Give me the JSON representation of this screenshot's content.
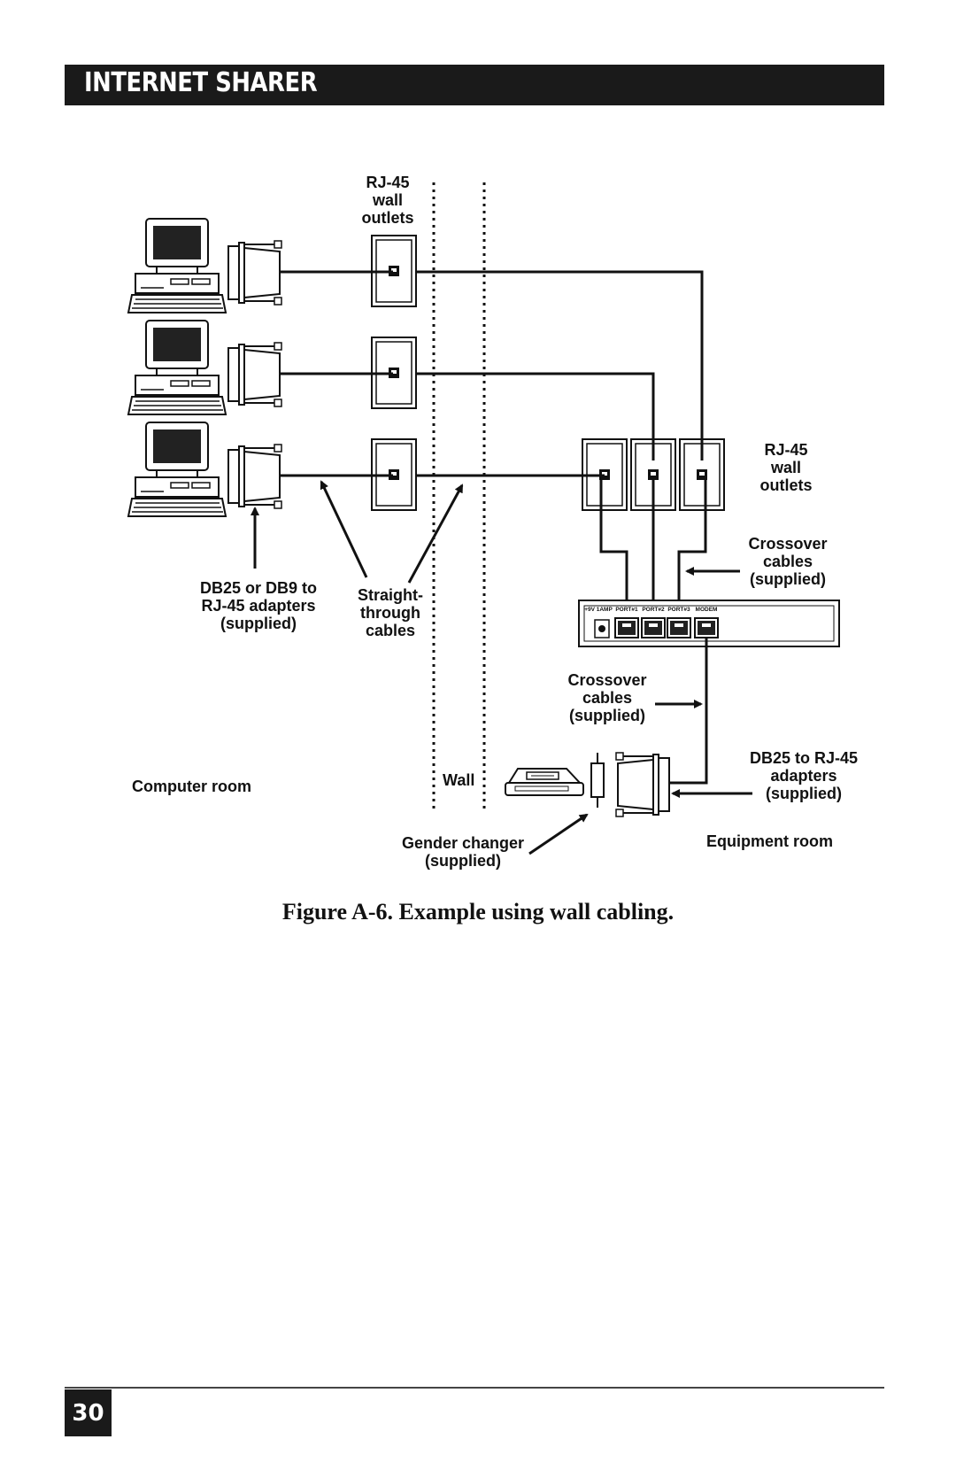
{
  "header": {
    "title": "INTERNET SHARER"
  },
  "figure": {
    "labels": {
      "rj45_top": "RJ-45\nwall\noutlets",
      "rj45_right": "RJ-45\nwall\noutlets",
      "crossover_top": "Crossover\ncables\n(supplied)",
      "db25_db9": "DB25 or DB9 to\nRJ-45 adapters\n(supplied)",
      "straight_through": "Straight-\nthrough\ncables",
      "crossover_mid": "Crossover\ncables\n(supplied)",
      "db25_rj45": "DB25 to RJ-45\nadapters\n(supplied)",
      "computer_room": "Computer room",
      "wall": "Wall",
      "gender_changer": "Gender changer\n(supplied)",
      "equipment_room": "Equipment room"
    },
    "hub_ports": {
      "power": "+9V\n1AMP",
      "port1": "PORT#1",
      "port2": "PORT#2",
      "port3": "PORT#3",
      "modem": "MODEM"
    },
    "caption": "Figure A-6. Example using wall cabling."
  },
  "footer": {
    "page_number": "30"
  }
}
